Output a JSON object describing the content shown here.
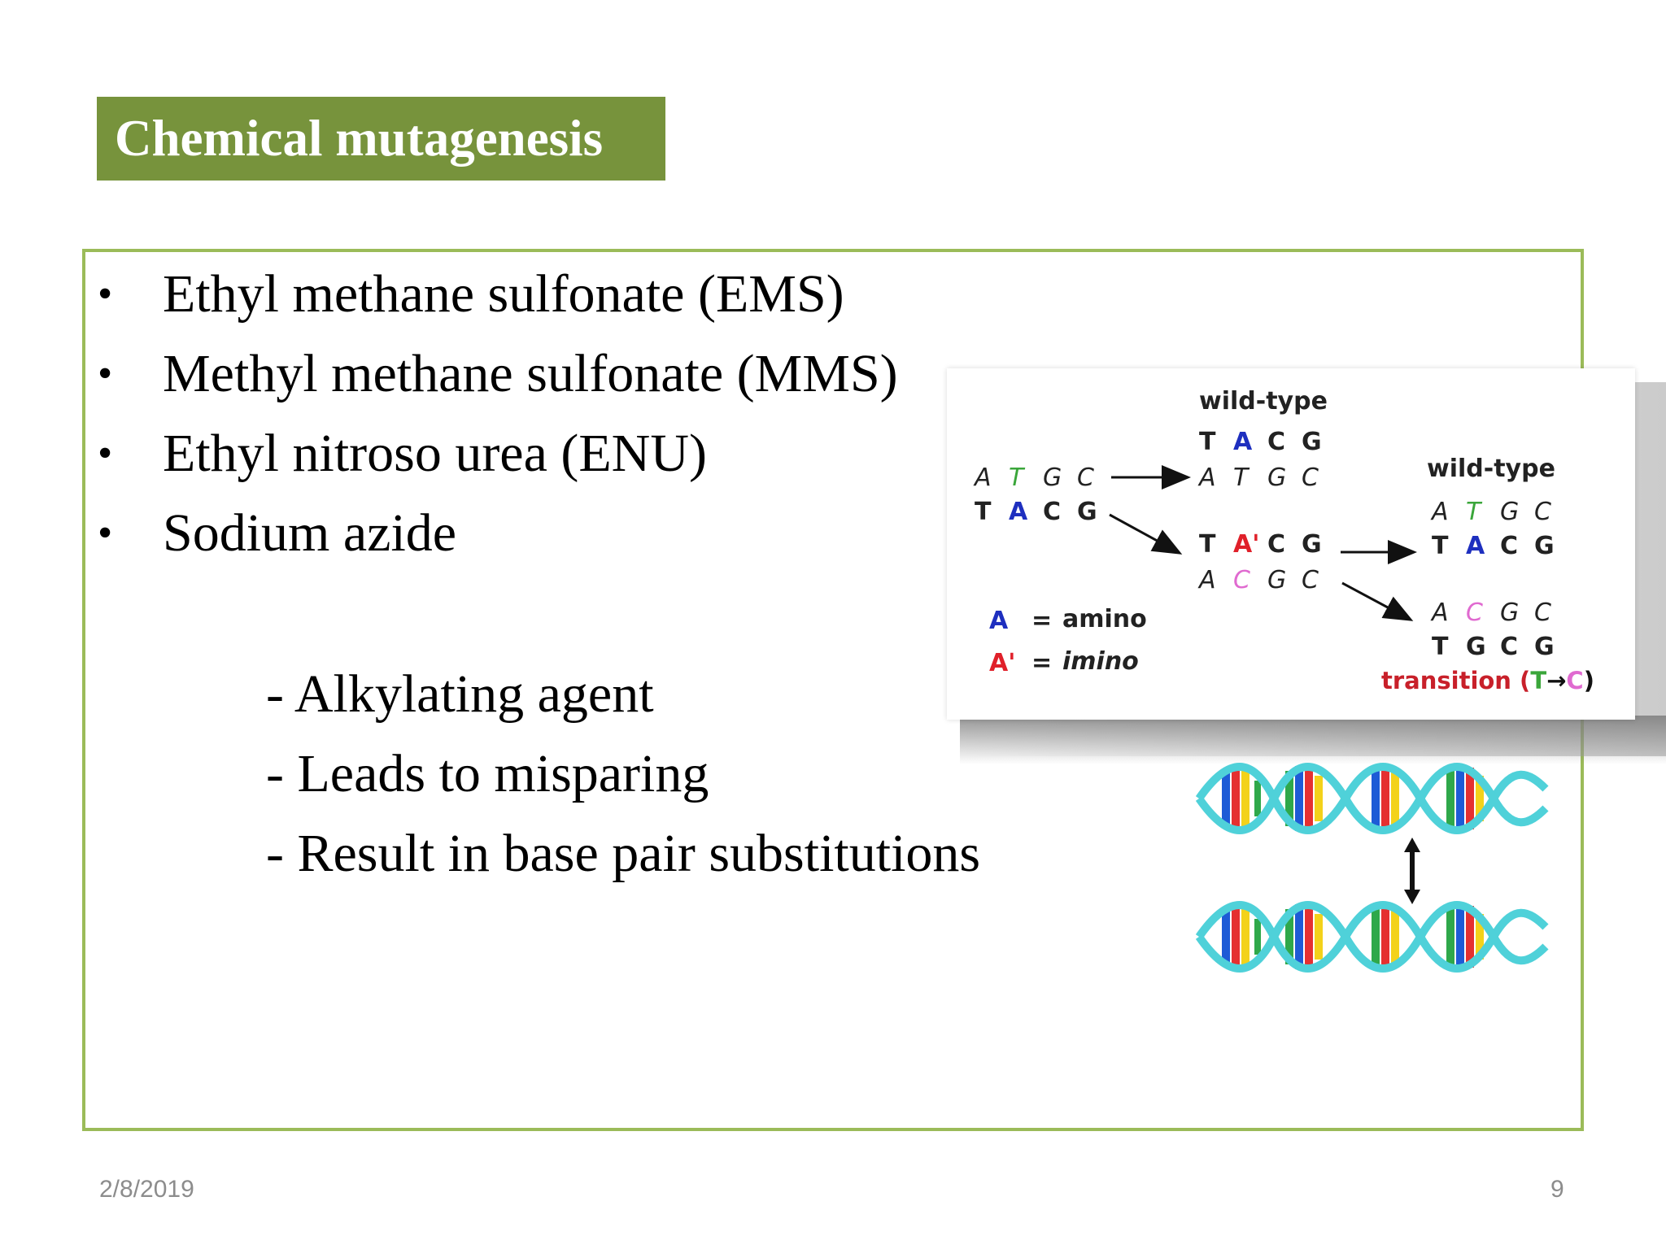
{
  "slide": {
    "title": "Chemical mutagenesis",
    "bullets": [
      "Ethyl methane sulfonate (EMS)",
      "Methyl methane sulfonate (MMS)",
      "Ethyl nitroso urea (ENU)",
      "Sodium azide"
    ],
    "bullet_glyph": "•",
    "sub_points": [
      "- Alkylating agent",
      "- Leads to misparing",
      "- Result in base pair substitutions"
    ],
    "footer_date": "2/8/2019",
    "page_number": "9"
  },
  "diagram": {
    "wildtype_label_1": "wild-type",
    "wildtype_label_2": "wild-type",
    "legend_amino_symbol": "A",
    "legend_amino_eq": "=",
    "legend_amino_text": "amino",
    "legend_imino_symbol": "A'",
    "legend_imino_eq": "=",
    "legend_imino_text": "imino",
    "transition_text": "transition (",
    "transition_t": "T",
    "transition_arrow": "→",
    "transition_c": "C",
    "transition_close": ")",
    "colors": {
      "title_bg": "#77933c",
      "frame": "#9bbb59",
      "amino_blue": "#1e2fbf",
      "imino_red": "#e0202a",
      "thymine_green": "#3aa63a",
      "cytosine_pink": "#e06ad0",
      "transition_red": "#c8202a",
      "dna_backbone": "#4fd1d9"
    }
  }
}
